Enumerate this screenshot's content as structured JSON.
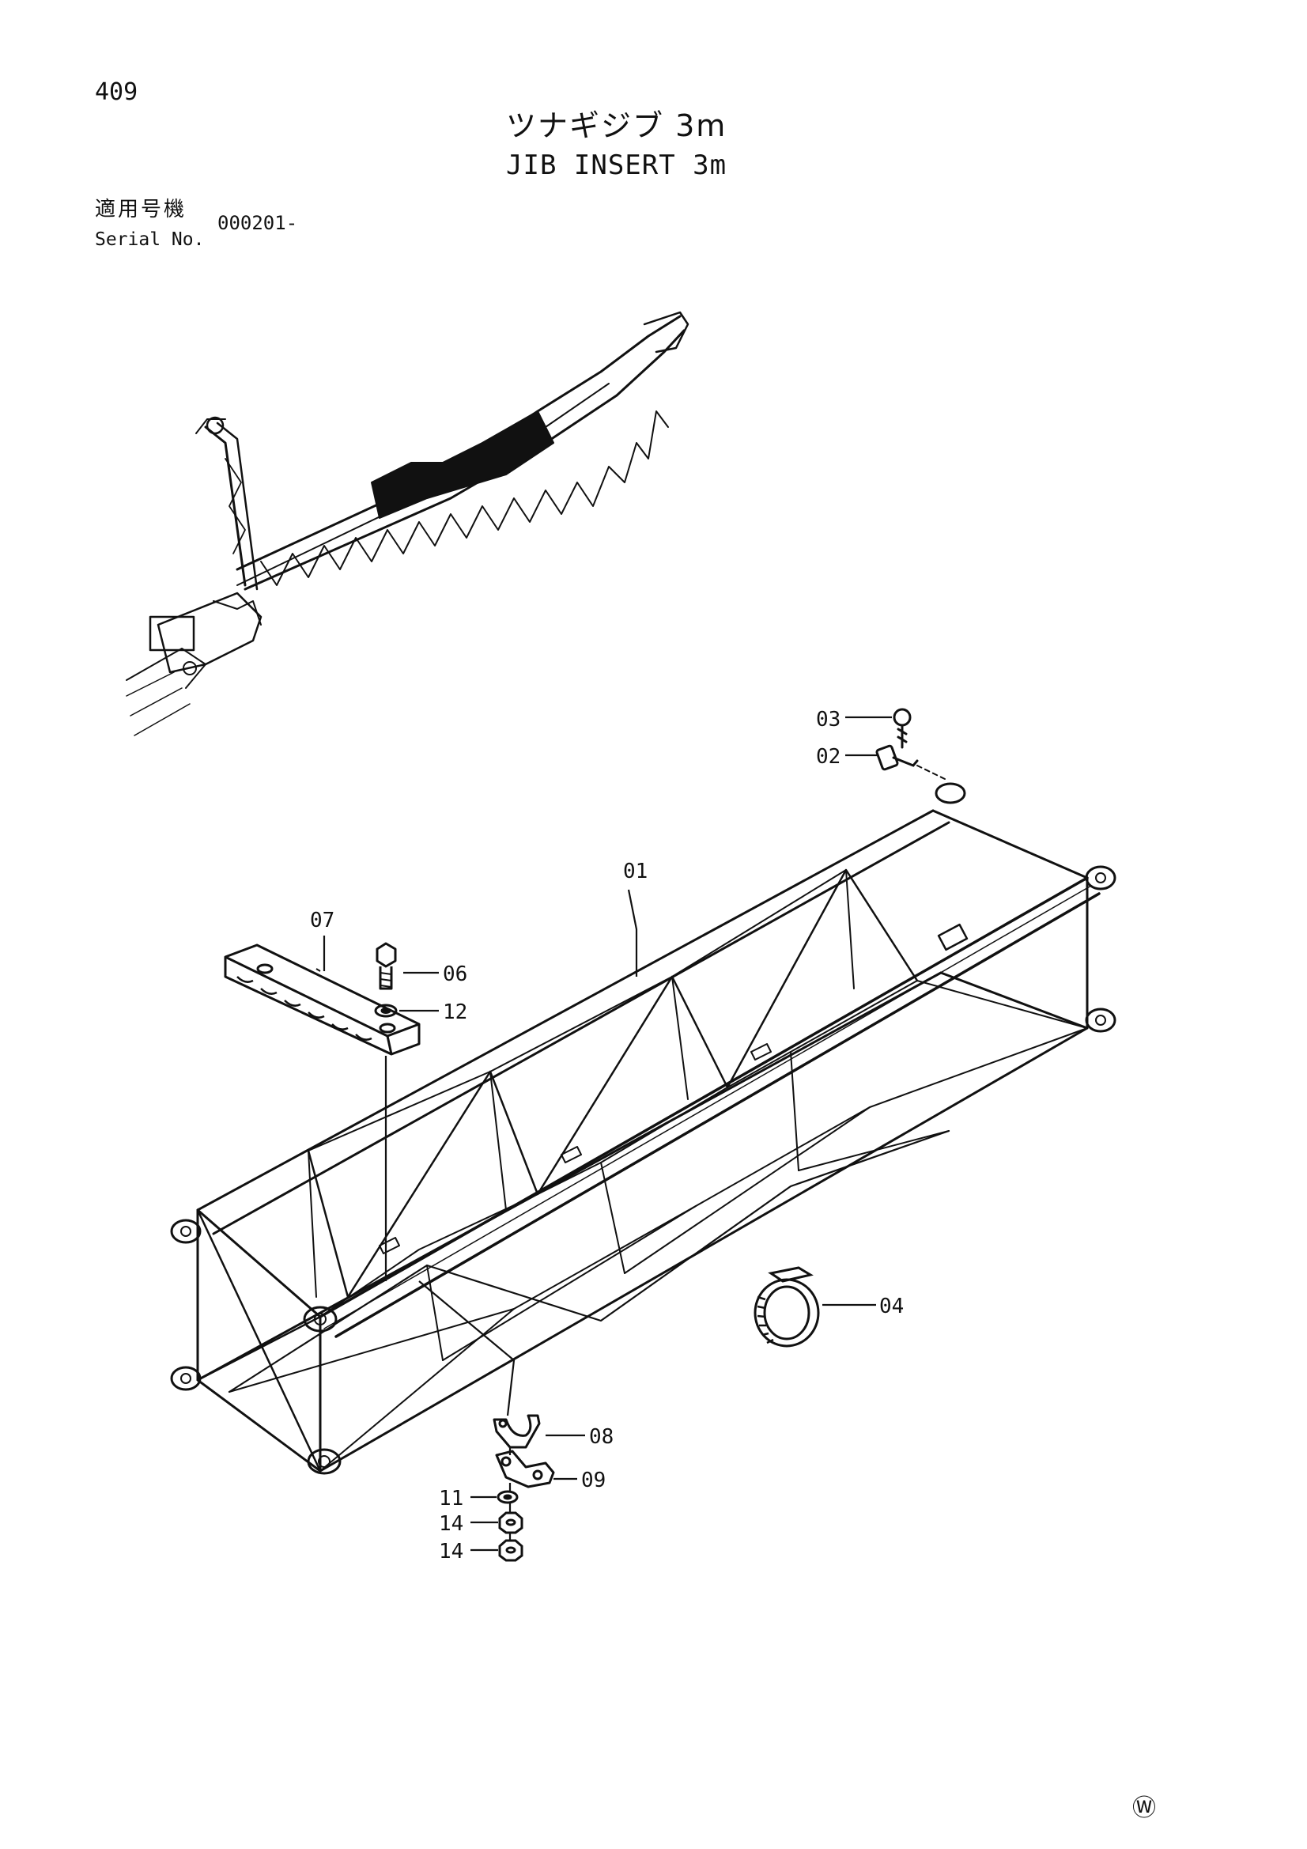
{
  "page": {
    "number": "409",
    "title_jp": "ツナギジブ 3m",
    "title_en": "JIB INSERT 3m",
    "serial_label_jp": "適用号機",
    "serial_label_en": "Serial No.",
    "serial_value": "000201-",
    "publisher_mark": "Ⓦ"
  },
  "callouts": {
    "p01": "01",
    "p02": "02",
    "p03": "03",
    "p04": "04",
    "p06": "06",
    "p07": "07",
    "p08": "08",
    "p09": "09",
    "p11": "11",
    "p12": "12",
    "p14a": "14",
    "p14b": "14"
  },
  "colors": {
    "ink": "#111111",
    "paper": "#ffffff"
  }
}
